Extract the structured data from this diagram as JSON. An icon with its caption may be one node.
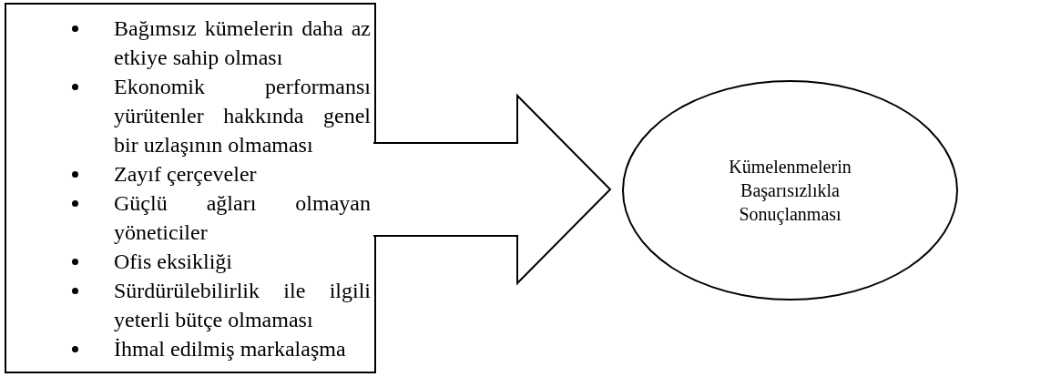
{
  "diagram": {
    "nodes": [
      {
        "text": [
          "Bağımsız kümelerin daha az etkiye sahip olması",
          "Ekonomik performansı yürütenler hakkında genel bir uzlaşının olmaması",
          "Zayıf çerçeveler",
          "Güçlü ağları olmayan yöneticiler",
          "Ofis eksikliği",
          "Sürdürülebilirlik ile ilgili yeterli bütçe olmaması",
          "İhmal edilmiş markalaşma"
        ]
      },
      {
        "text": [
          "Kümelenmelerin Başarısızlıkla Sonuçlanması"
        ]
      }
    ],
    "edges": [
      {
        "from": 0,
        "to": 1,
        "arrow": "to"
      }
    ]
  }
}
